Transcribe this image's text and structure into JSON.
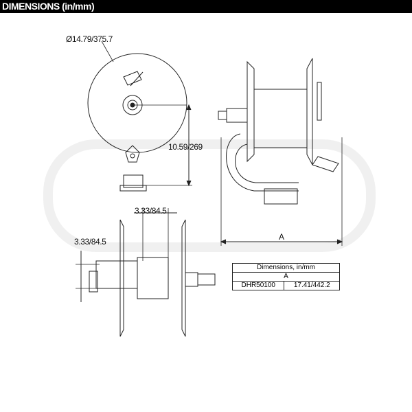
{
  "header": {
    "title": "DIMENSIONS (in/mm)"
  },
  "labels": {
    "diameter": "Ø14.79/375.7",
    "height": "10.59/269",
    "width_top": "3.33/84.5",
    "width_left": "3.33/84.5",
    "dim_a": "A"
  },
  "table": {
    "title": "Dimensions, in/mm",
    "column": "A",
    "rows": [
      {
        "model": "DHR50100",
        "value": "17.41/442.2"
      }
    ]
  }
}
